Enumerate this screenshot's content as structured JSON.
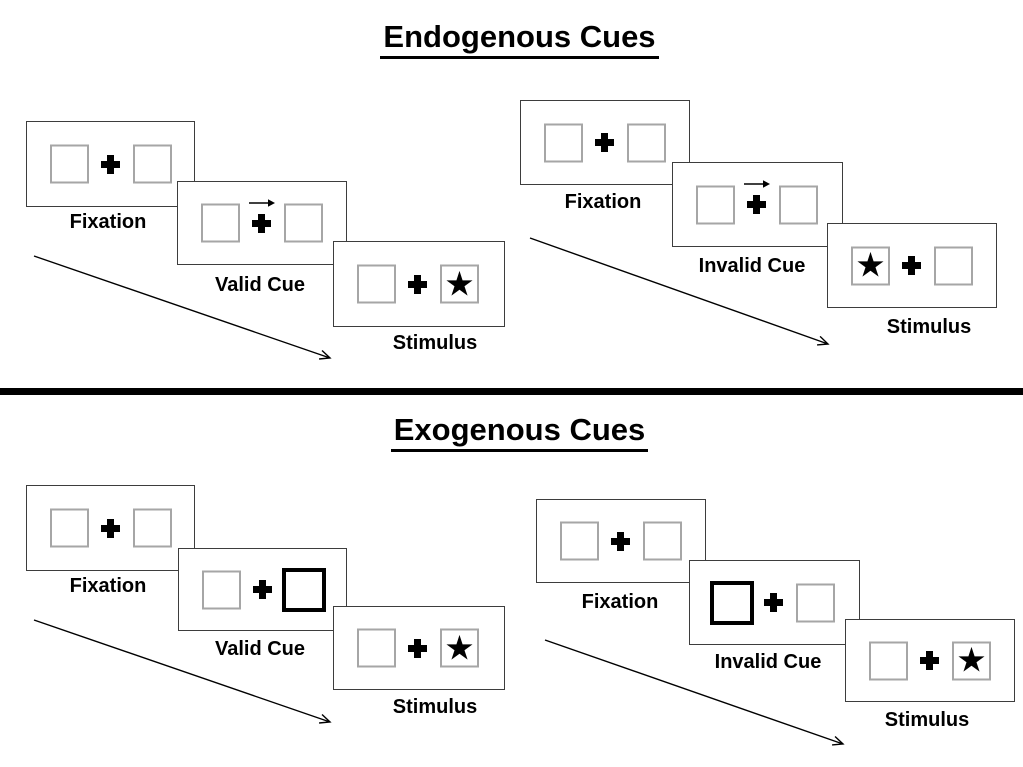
{
  "figure": {
    "kind": "Posner cueing paradigm diagram",
    "sections": [
      {
        "title": "Endogenous Cues",
        "groups": [
          {
            "name": "valid",
            "panels": [
              {
                "type": "fixation",
                "label": "Fixation"
              },
              {
                "type": "arrow-cue",
                "label": "Valid Cue",
                "cue": "right-arrow"
              },
              {
                "type": "stimulus",
                "label": "Stimulus",
                "target_side": "right"
              }
            ]
          },
          {
            "name": "invalid",
            "panels": [
              {
                "type": "fixation",
                "label": "Fixation"
              },
              {
                "type": "arrow-cue",
                "label": "Invalid Cue",
                "cue": "right-arrow"
              },
              {
                "type": "stimulus",
                "label": "Stimulus",
                "target_side": "left"
              }
            ]
          }
        ]
      },
      {
        "title": "Exogenous Cues",
        "groups": [
          {
            "name": "valid",
            "panels": [
              {
                "type": "fixation",
                "label": "Fixation"
              },
              {
                "type": "box-cue",
                "label": "Valid Cue",
                "cue": "right-box-highlight"
              },
              {
                "type": "stimulus",
                "label": "Stimulus",
                "target_side": "right"
              }
            ]
          },
          {
            "name": "invalid",
            "panels": [
              {
                "type": "fixation",
                "label": "Fixation"
              },
              {
                "type": "box-cue",
                "label": "Invalid Cue",
                "cue": "left-box-highlight"
              },
              {
                "type": "stimulus",
                "label": "Stimulus",
                "target_side": "right"
              }
            ]
          }
        ]
      }
    ]
  },
  "icons": {
    "star": "★",
    "fixation_cross": "heavy-plus",
    "cue_arrow": "right-arrow",
    "timeline_arrow": "diagonal-right-down-arrow"
  },
  "colors": {
    "ink": "#000000",
    "panel_border": "#3d3d3d",
    "box_border": "#a6a6a6",
    "cue_box_border": "#000000",
    "background": "#ffffff"
  }
}
